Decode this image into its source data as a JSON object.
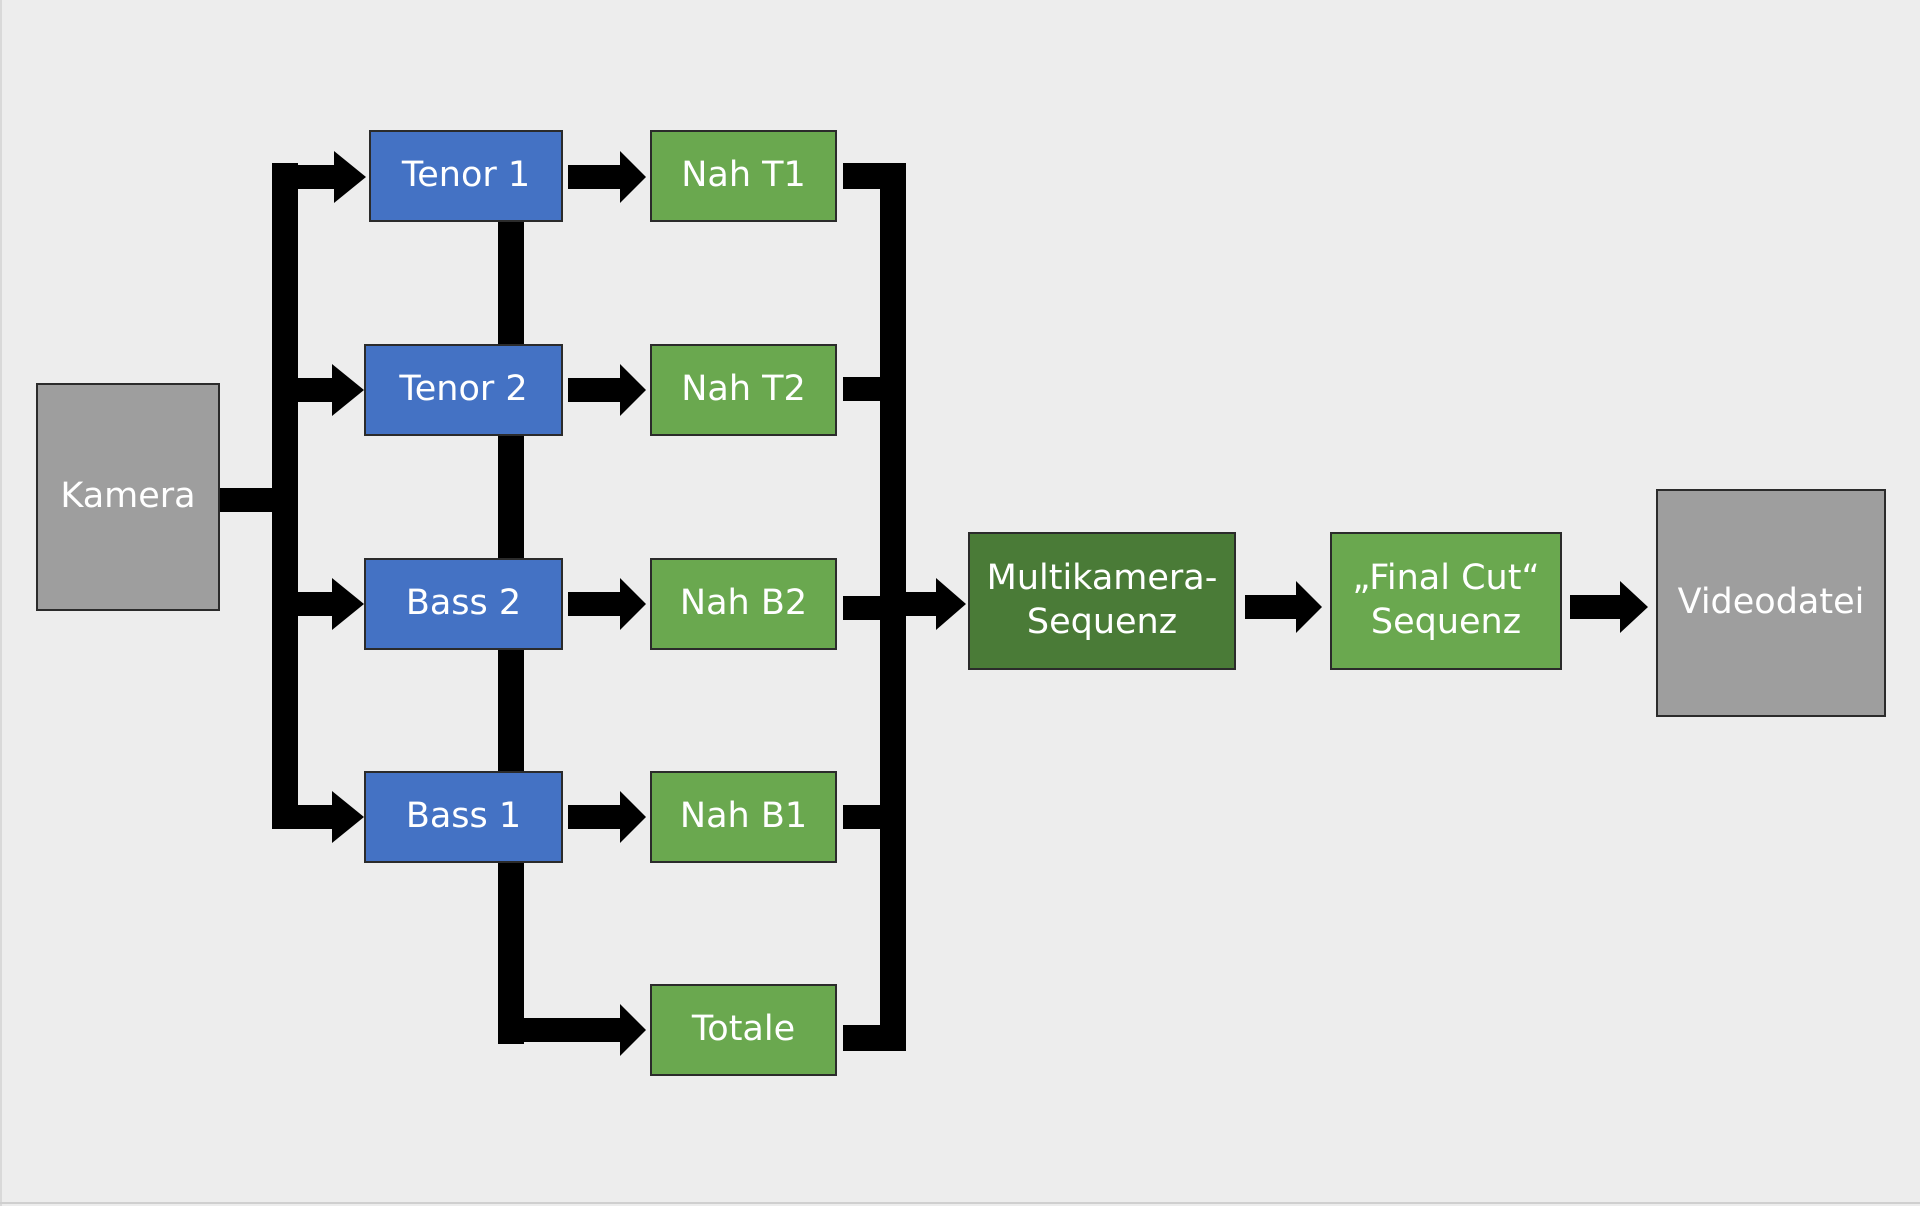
{
  "colors": {
    "background": "#ededed",
    "camera_gray": "#9e9e9e",
    "track_blue": "#4472c4",
    "clip_green": "#6aa84f",
    "multicam_green": "#4a7b37",
    "arrow_black": "#000000"
  },
  "nodes": {
    "kamera": {
      "label": "Kamera"
    },
    "tenor1": {
      "label": "Tenor 1"
    },
    "tenor2": {
      "label": "Tenor 2"
    },
    "bass2": {
      "label": "Bass 2"
    },
    "bass1": {
      "label": "Bass 1"
    },
    "nah_t1": {
      "label": "Nah T1"
    },
    "nah_t2": {
      "label": "Nah T2"
    },
    "nah_b2": {
      "label": "Nah B2"
    },
    "nah_b1": {
      "label": "Nah B1"
    },
    "totale": {
      "label": "Totale"
    },
    "multikamera": {
      "label": "Multikamera-\nSequenz"
    },
    "finalcut": {
      "label": "„Final Cut“\nSequenz"
    },
    "videodatei": {
      "label": "Videodatei"
    }
  },
  "edges": [
    [
      "kamera",
      "tenor1"
    ],
    [
      "kamera",
      "tenor2"
    ],
    [
      "kamera",
      "bass2"
    ],
    [
      "kamera",
      "bass1"
    ],
    [
      "tenor1",
      "nah_t1"
    ],
    [
      "tenor2",
      "nah_t2"
    ],
    [
      "bass2",
      "nah_b2"
    ],
    [
      "bass1",
      "nah_b1"
    ],
    [
      "bass1",
      "totale"
    ],
    [
      "nah_t1",
      "multikamera"
    ],
    [
      "nah_t2",
      "multikamera"
    ],
    [
      "nah_b2",
      "multikamera"
    ],
    [
      "nah_b1",
      "multikamera"
    ],
    [
      "totale",
      "multikamera"
    ],
    [
      "multikamera",
      "finalcut"
    ],
    [
      "finalcut",
      "videodatei"
    ]
  ]
}
